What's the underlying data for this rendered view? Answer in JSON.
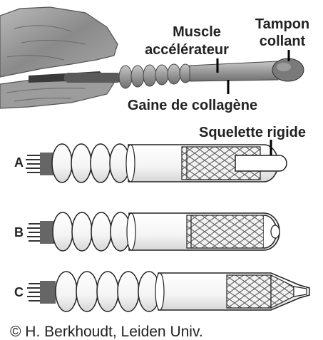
{
  "labels": {
    "muscle_line1": "Muscle",
    "muscle_line2": "accélérateur",
    "tampon_line1": "Tampon",
    "tampon_line2": "collant",
    "gaine": "Gaine de collagène",
    "squelette": "Squelette rigide"
  },
  "rows": [
    {
      "label": "A"
    },
    {
      "label": "B"
    },
    {
      "label": "C"
    }
  ],
  "credit": "© H. Berkhoudt, Leiden Univ."
}
